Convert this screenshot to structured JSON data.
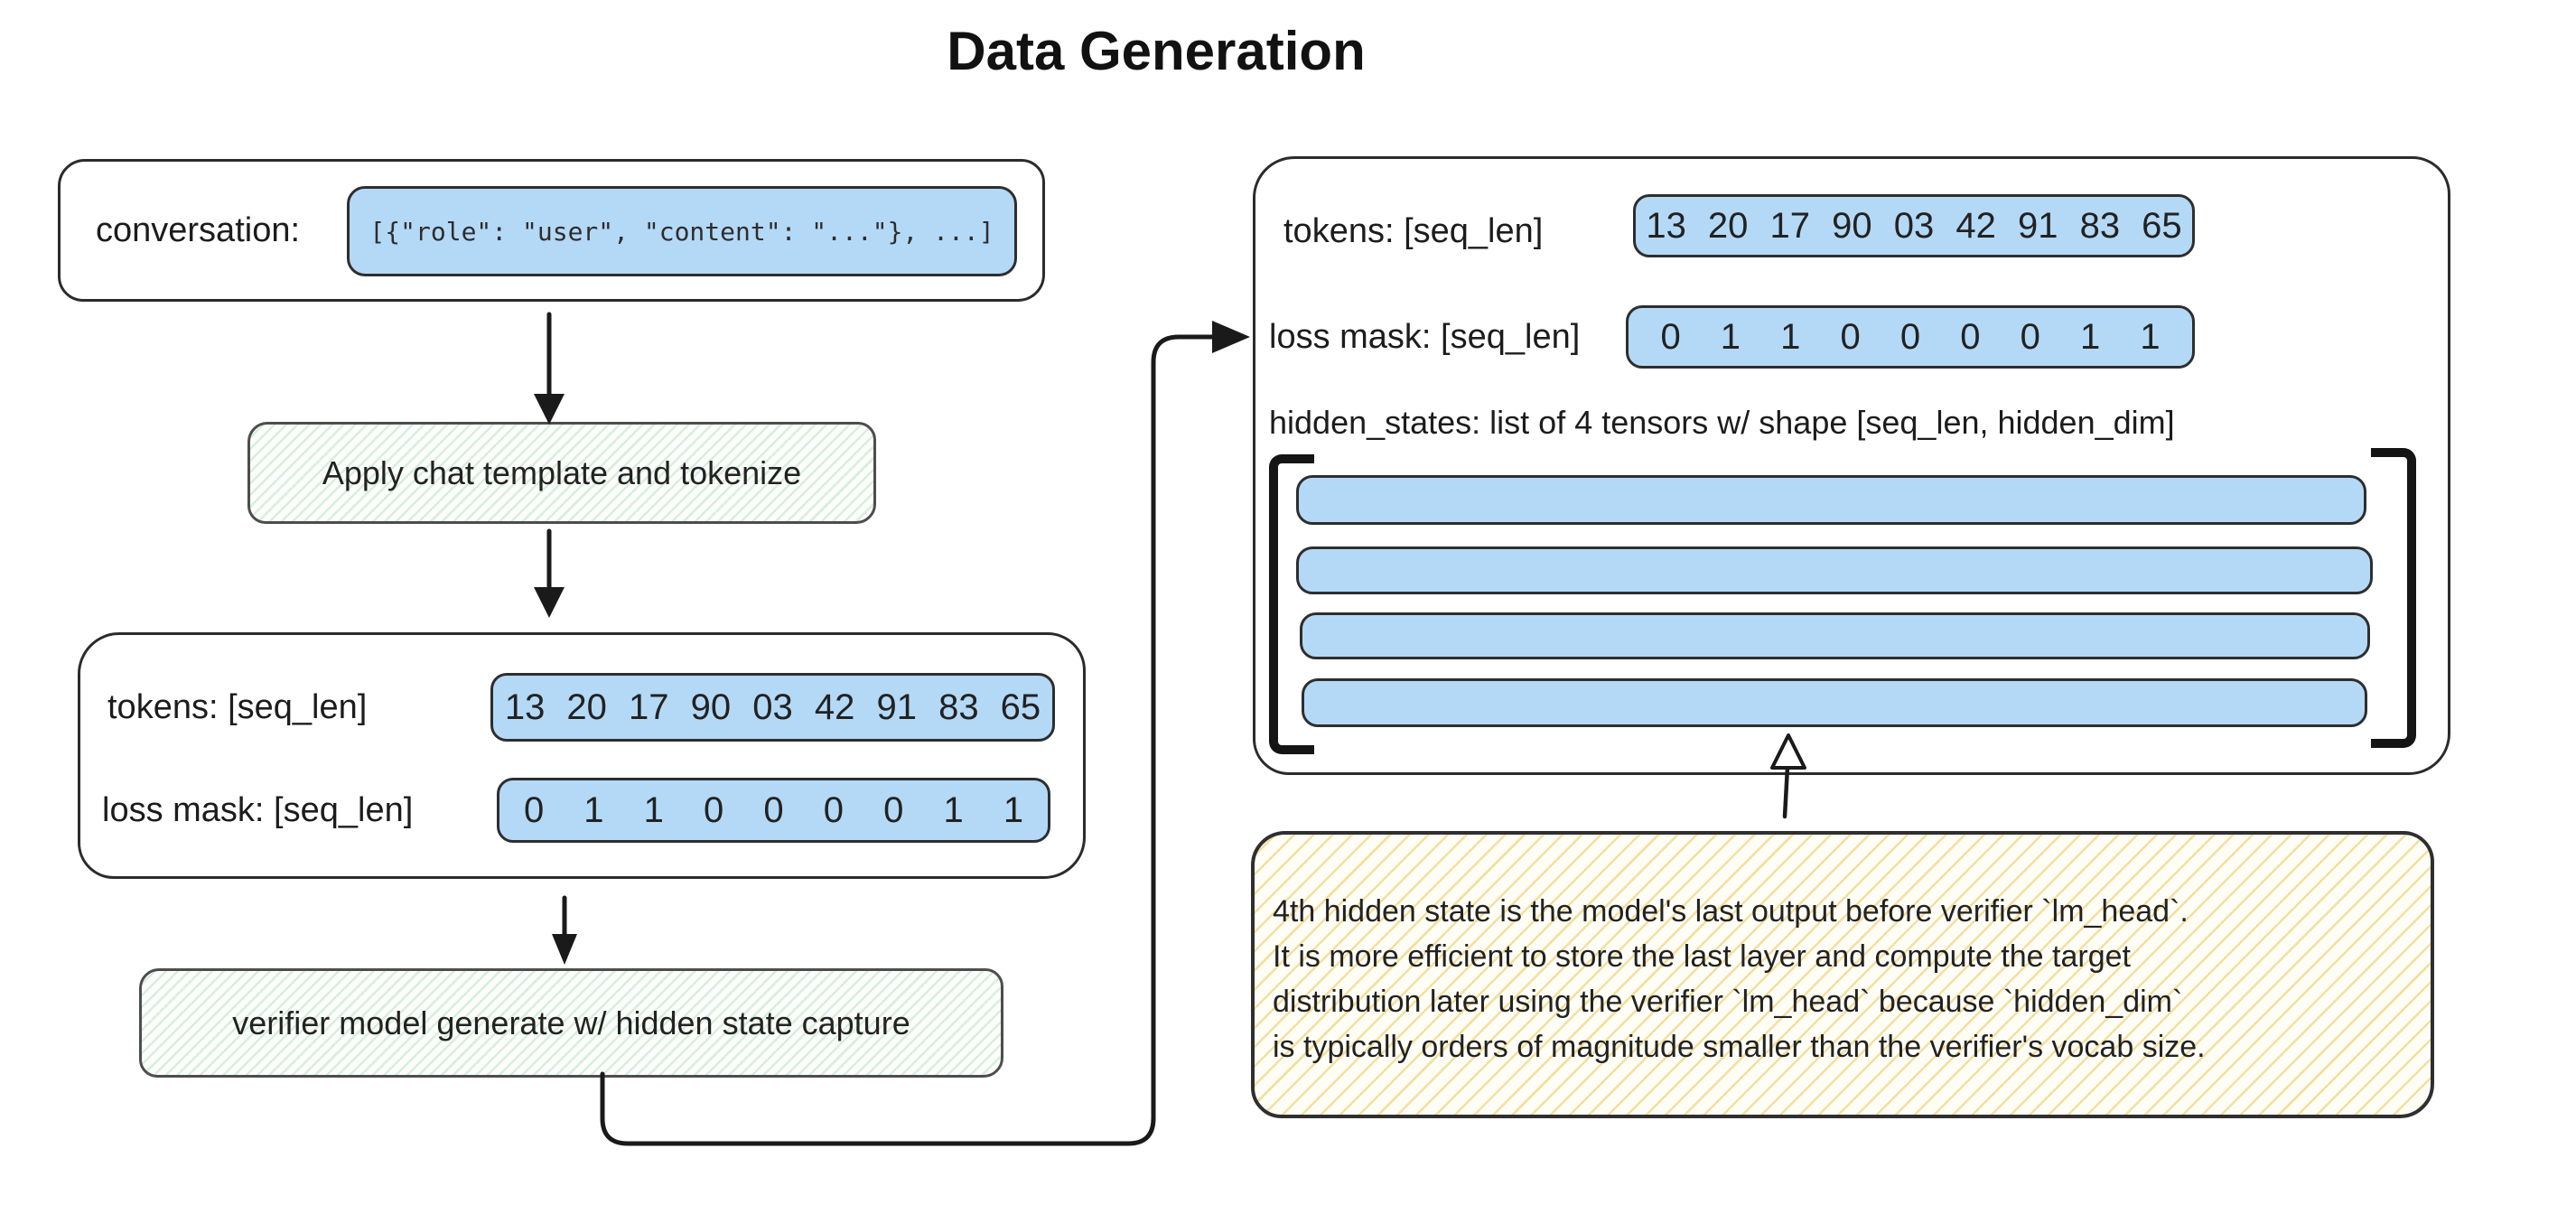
{
  "title": "Data Generation",
  "palette": {
    "blue_fill": "#b4d9f7",
    "green_hatch": "#d9eedd",
    "yellow_hatch": "#f3dfa0",
    "ink": "#2b2b2b"
  },
  "flow": {
    "conversation": {
      "label": "conversation:",
      "code": "[{\"role\": \"user\", \"content\": \"...\"}, ...]"
    },
    "step_tokenize": {
      "label": "Apply chat template and tokenize"
    },
    "tokenized": {
      "tokens_label": "tokens: [seq_len]",
      "tokens_values": "13 20 17 90 03 42 91 83 65",
      "loss_mask_label": "loss mask: [seq_len]",
      "loss_mask_values": "0 1 1 0 0 0 0 1 1"
    },
    "step_generate": {
      "label": "verifier model generate w/ hidden state capture"
    }
  },
  "output": {
    "tokens_label": "tokens: [seq_len]",
    "tokens_values": "13 20 17 90 03 42 91 83 65",
    "loss_mask_label": "loss mask: [seq_len]",
    "loss_mask_values": "0 1 1 0 0 0 0 1 1",
    "hidden_states_label": "hidden_states: list of 4 tensors w/ shape [seq_len, hidden_dim]",
    "tensor_count": 4
  },
  "note": {
    "lines": [
      "4th hidden state is the model's last output before verifier `lm_head`.",
      "It is more efficient to store the last layer and compute the target",
      "distribution later using the verifier `lm_head` because `hidden_dim`",
      "is typically orders of magnitude smaller than the verifier's vocab size."
    ]
  }
}
